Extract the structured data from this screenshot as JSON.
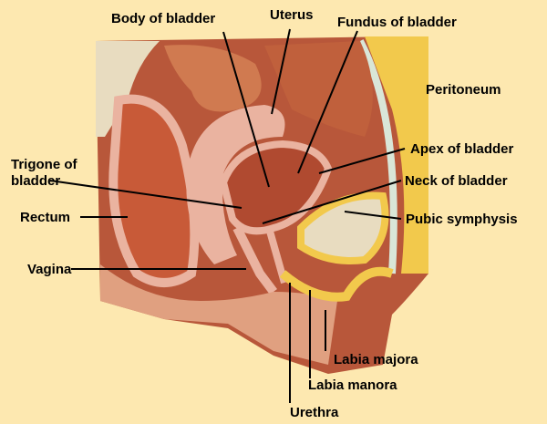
{
  "labels": {
    "body_of_bladder": "Body of bladder",
    "uterus": "Uterus",
    "fundus_of_bladder": "Fundus of bladder",
    "peritoneum": "Peritoneum",
    "apex_of_bladder": "Apex of bladder",
    "trigone_line1": "Trigone of",
    "trigone_line2": "bladder",
    "neck_of_bladder": "Neck of bladder",
    "rectum": "Rectum",
    "pubic_symphysis": "Pubic symphysis",
    "vagina": "Vagina",
    "labia_majora": "Labia majora",
    "labia_manora": "Labia manora",
    "urethra": "Urethra"
  },
  "colors": {
    "background": "#fde8b0",
    "tissue": "#c8623a",
    "pink": "#eab3a0",
    "fat": "#f2c94c"
  }
}
